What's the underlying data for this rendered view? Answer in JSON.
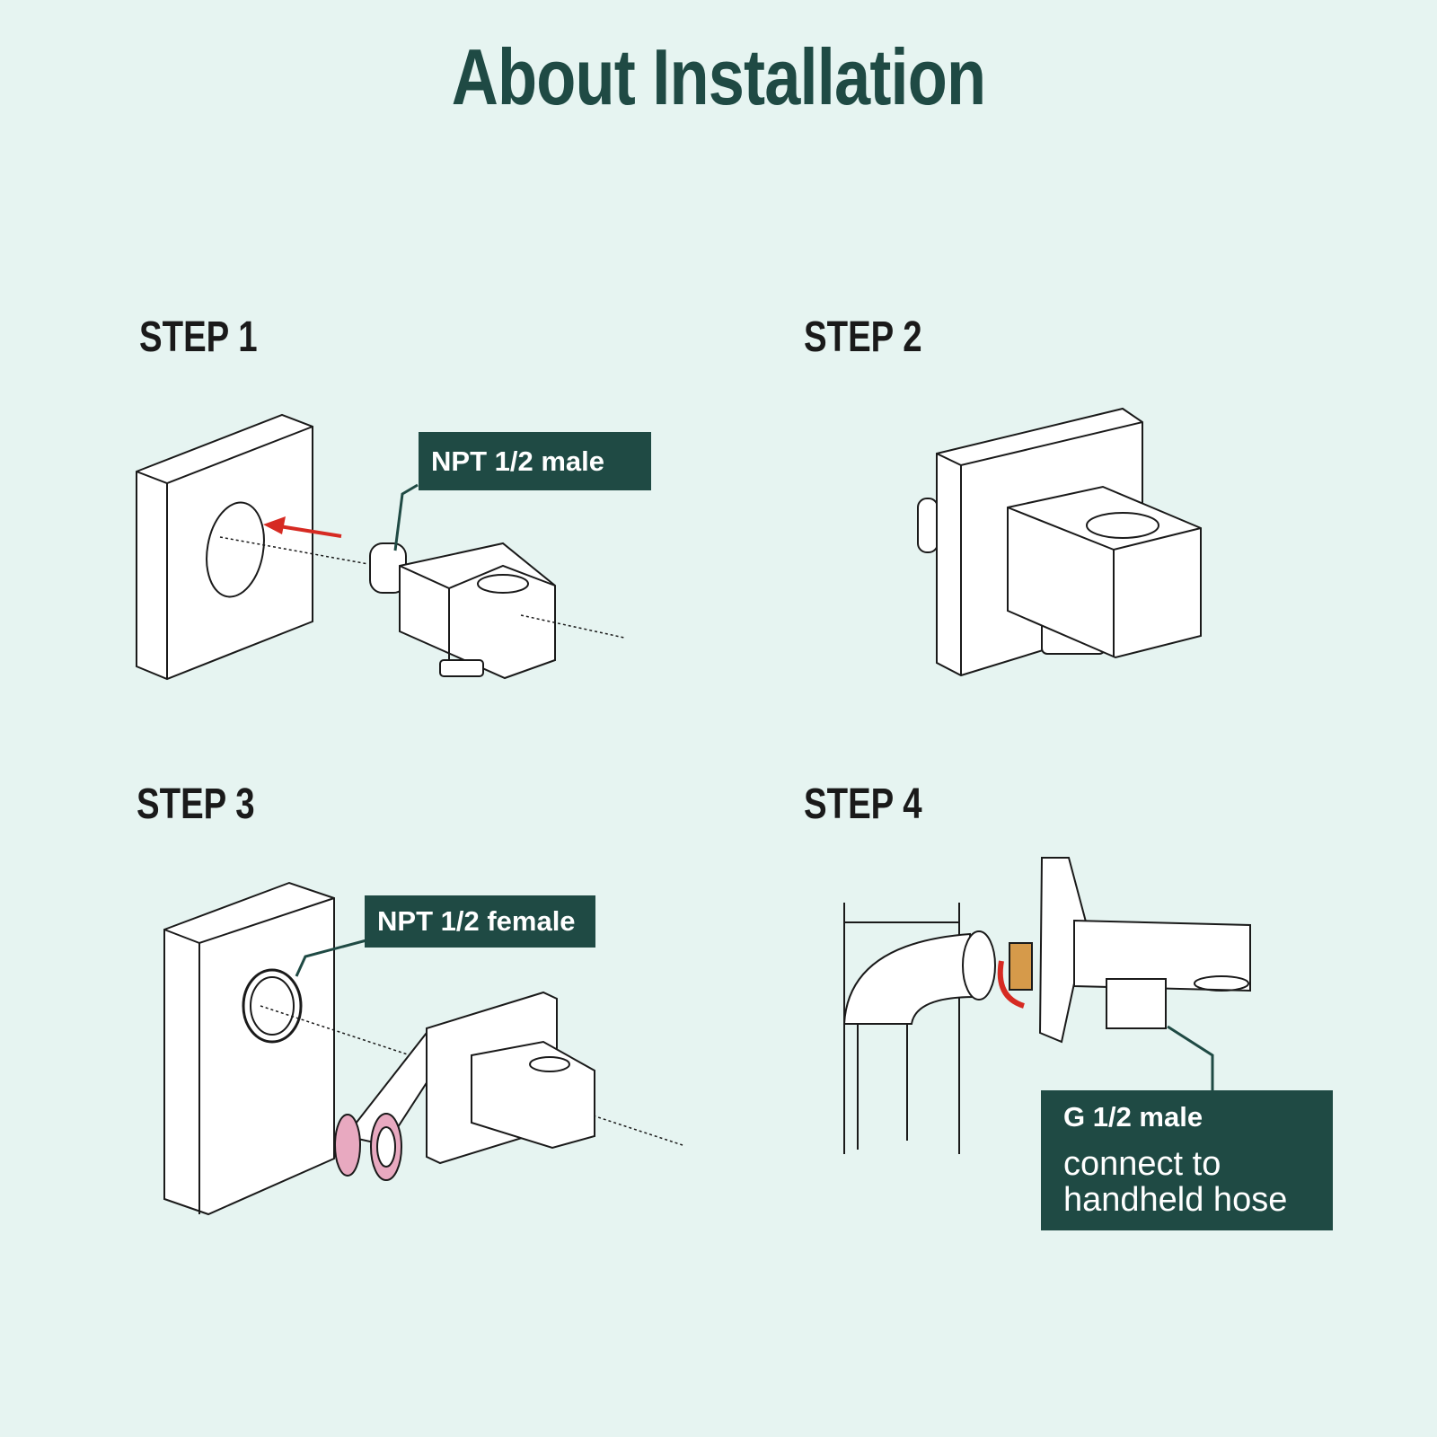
{
  "title": "About Installation",
  "steps": [
    {
      "heading": "STEP 1",
      "label": "NPT 1/2 male"
    },
    {
      "heading": "STEP 2"
    },
    {
      "heading": "STEP 3",
      "label": "NPT 1/2 female"
    },
    {
      "heading": "STEP 4",
      "label": "G 1/2 male",
      "note_line1": "connect to",
      "note_line2": "handheld hose"
    }
  ],
  "colors": {
    "background": "#e6f4f1",
    "accent": "#1f4a44",
    "arrow": "#d62a22",
    "washer": "#e8a9c0",
    "brass": "#d69a4a"
  }
}
